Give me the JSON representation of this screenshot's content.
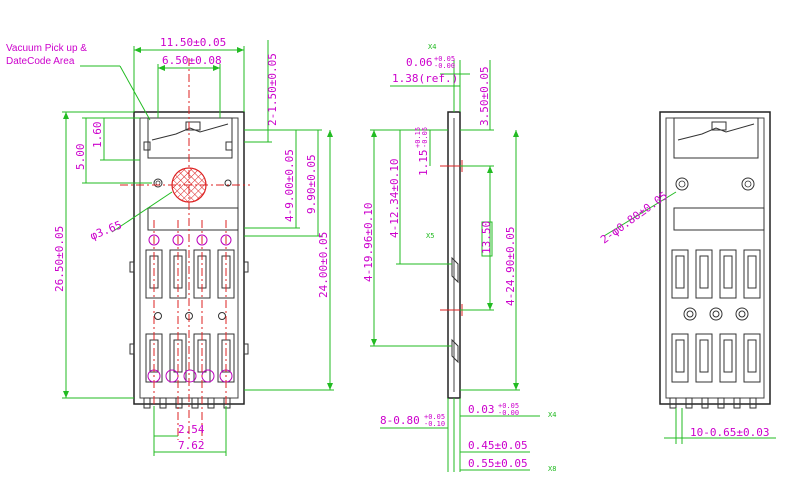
{
  "colors": {
    "dimension": "#22bb22",
    "label": "#cc00cc",
    "outline": "#222222",
    "centerline": "#dd2222",
    "hatch": "#dd2222",
    "pads": "#bb00bb"
  },
  "front_view": {
    "note_line1": "Vacuum Pick up &",
    "note_line2": "DateCode  Area",
    "width_outer": "11.50±0.05",
    "width_inner": "6.50±0.08",
    "top_offset": "2-1.50±0.05",
    "h_500": "5.00",
    "h_160": "1.60",
    "h_900": "4-9.00±0.05",
    "h_990": "9.90±0.05",
    "circle": "φ3.65",
    "height_total": "26.50±0.05",
    "height_24": "24.00±0.05",
    "pitch_254": "2.54",
    "span_762": "7.62"
  },
  "side_view": {
    "x4_top": "X4",
    "tol_006": "0.06",
    "tol_006_plus": "+0.05",
    "tol_006_minus": "-0.00",
    "ref_138": "1.38(ref.)",
    "d_350": "3.50±0.05",
    "d_1996": "4-19.96±0.10",
    "d_1234": "4-12.34±0.10",
    "d_115": "1.15",
    "d_115_plus": "+0.15",
    "d_115_minus": "-0.05",
    "x5": "X5",
    "d_1350": "13.50",
    "d_2490": "4-24.90±0.05",
    "d_080": "8-0.80",
    "d_080_plus": "+0.05",
    "d_080_minus": "-0.10",
    "d_003": "0.03",
    "d_003_plus": "+0.05",
    "d_003_minus": "-0.00",
    "x4_bottom": "X4",
    "d_045": "0.45±0.05",
    "d_055": "0.55±0.05",
    "x8": "X8"
  },
  "back_view": {
    "holes": "2-φ0.80±0.05",
    "pins": "10-0.65±0.03"
  }
}
